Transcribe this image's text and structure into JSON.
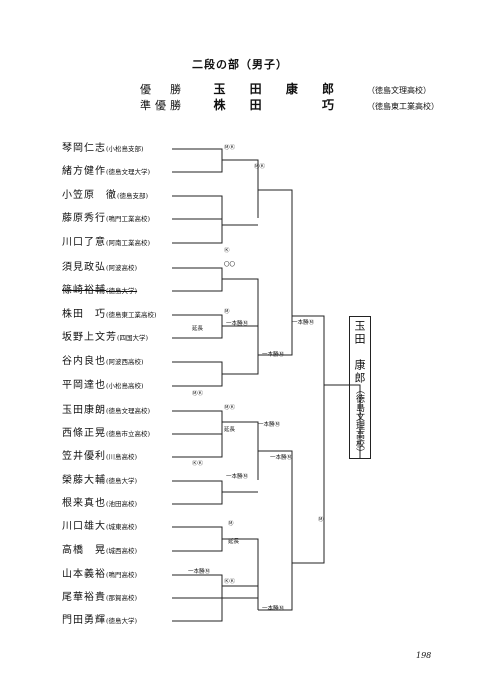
{
  "title": "二段の部（男子）",
  "results": [
    {
      "role": "優　勝",
      "name": "玉 田 康 郎",
      "aff": "（徳島文理高校）"
    },
    {
      "role": "準優勝",
      "name": "株 田 　 巧",
      "aff": "（徳島東工業高校）"
    }
  ],
  "players": [
    {
      "name": "琴岡仁志",
      "aff": "(小松島支部)",
      "struck": false
    },
    {
      "name": "緒方健作",
      "aff": "(徳島文理大学)",
      "struck": false
    },
    {
      "name": "小笠原　徹",
      "aff": "(徳島支部)",
      "struck": false
    },
    {
      "name": "藤原秀行",
      "aff": "(鳴門工業高校)",
      "struck": false
    },
    {
      "name": "川口了意",
      "aff": "(阿南工業高校)",
      "struck": false
    },
    {
      "name": "須見政弘",
      "aff": "(阿波高校)",
      "struck": false
    },
    {
      "name": "篠崎裕輔",
      "aff": "(徳島大学)",
      "struck": true
    },
    {
      "name": "株田　巧",
      "aff": "(徳島東工業高校)",
      "struck": false
    },
    {
      "name": "坂野上文芳",
      "aff": "(四国大学)",
      "struck": false
    },
    {
      "name": "谷内良也",
      "aff": "(阿波西高校)",
      "struck": false
    },
    {
      "name": "平岡達也",
      "aff": "(小松島高校)",
      "struck": false
    },
    {
      "name": "玉田康朗",
      "aff": "(徳島文理高校)",
      "struck": false
    },
    {
      "name": "西條正晃",
      "aff": "(徳島市立高校)",
      "struck": false
    },
    {
      "name": "笠井優利",
      "aff": "(川島高校)",
      "struck": false
    },
    {
      "name": "榮藤大輔",
      "aff": "(徳島大学)",
      "struck": false
    },
    {
      "name": "根来真也",
      "aff": "(池田高校)",
      "struck": false
    },
    {
      "name": "川口雄大",
      "aff": "(城東高校)",
      "struck": false
    },
    {
      "name": "高橋　晃",
      "aff": "(城西高校)",
      "struck": false
    },
    {
      "name": "山本義裕",
      "aff": "(鳴門高校)",
      "struck": false
    },
    {
      "name": "尾華裕貴",
      "aff": "(那賀高校)",
      "struck": false
    },
    {
      "name": "門田勇輝",
      "aff": "(徳島大学)",
      "struck": false
    }
  ],
  "marks": {
    "m1": "ⓂⓀ",
    "m2": "ⓂⓀ",
    "m3": "Ⓚ",
    "m4": "〇〇",
    "m5": "Ⓜ",
    "m6": "延長",
    "m7": "一本勝Ⓜ",
    "m8": "ⓂⓀ",
    "m9": "一本勝Ⓜ",
    "m10": "一本勝Ⓜ",
    "m11": "ⓂⓀ",
    "m12": "延長",
    "m13": "一本勝Ⓜ",
    "m14": "ⓀⓀ",
    "m15": "一本勝Ⓜ",
    "m16": "一本勝Ⓜ",
    "m17": "Ⓜ",
    "m18": "延長",
    "m19": "一本勝Ⓜ",
    "m20": "ⓀⓀ",
    "m21": "一本勝Ⓜ",
    "m22": "Ⓜ"
  },
  "winner": {
    "name": "玉田　康郎",
    "aff": "（徳島文理高校）"
  },
  "page_number": "198"
}
